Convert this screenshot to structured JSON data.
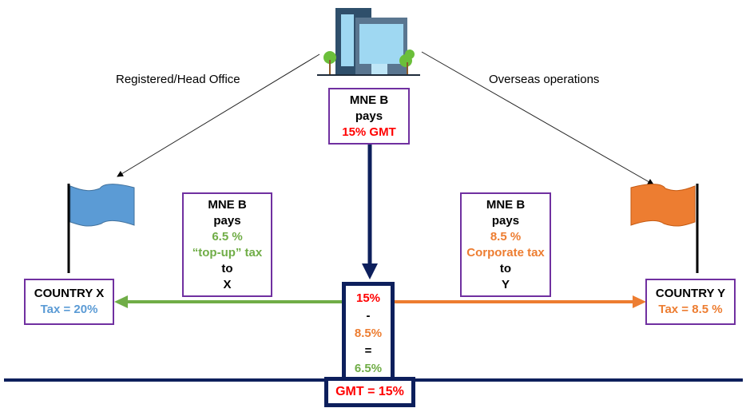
{
  "labels": {
    "left": "Registered/Head Office",
    "right": "Overseas operations"
  },
  "top_box": {
    "line1": "MNE B",
    "line2": "pays",
    "line3": "15% GMT"
  },
  "left_box": {
    "line1": "MNE B",
    "line2": "pays",
    "line3": "6.5 %",
    "line4": "“top-up” tax",
    "line5": "to",
    "line6": "X"
  },
  "right_box": {
    "line1": "MNE B",
    "line2": "pays",
    "line3": "8.5 %",
    "line4": "Corporate tax",
    "line5": "to",
    "line6": "Y"
  },
  "country_x": {
    "name": "COUNTRY X",
    "tax": "Tax = 20%"
  },
  "country_y": {
    "name": "COUNTRY Y",
    "tax": "Tax = 8.5 %"
  },
  "calc": {
    "a": "15%",
    "op1": "-",
    "b": "8.5%",
    "op2": "=",
    "c": "6.5%"
  },
  "gmt": "GMT = 15%",
  "colors": {
    "navy": "#0d1f5c",
    "green": "#70ad47",
    "orange": "#ed7d31",
    "blue": "#5b9bd5",
    "red": "#ff0000",
    "purple": "#7030a0"
  }
}
